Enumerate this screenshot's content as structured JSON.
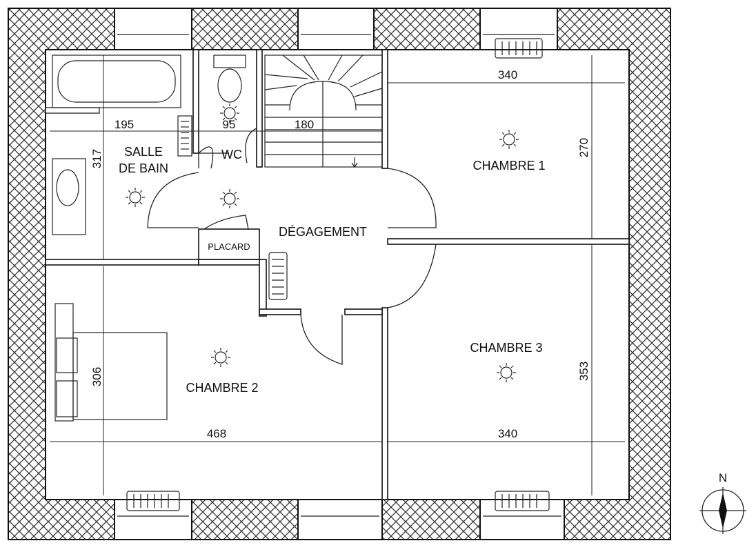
{
  "rooms": {
    "salle_de_bain_line1": "SALLE",
    "salle_de_bain_line2": "DE BAIN",
    "wc": "WC",
    "degagement": "DÉGAGEMENT",
    "placard": "PLACARD",
    "chambre1": "CHAMBRE 1",
    "chambre2": "CHAMBRE 2",
    "chambre3": "CHAMBRE 3"
  },
  "dimensions": {
    "bath_width": "195",
    "wc_width": "95",
    "stair_width": "180",
    "bath_depth": "317",
    "chambre1_width": "340",
    "chambre1_depth": "270",
    "chambre2_width": "468",
    "chambre2_depth": "306",
    "chambre3_width": "340",
    "chambre3_depth": "353"
  },
  "compass": {
    "north_label": "N"
  }
}
